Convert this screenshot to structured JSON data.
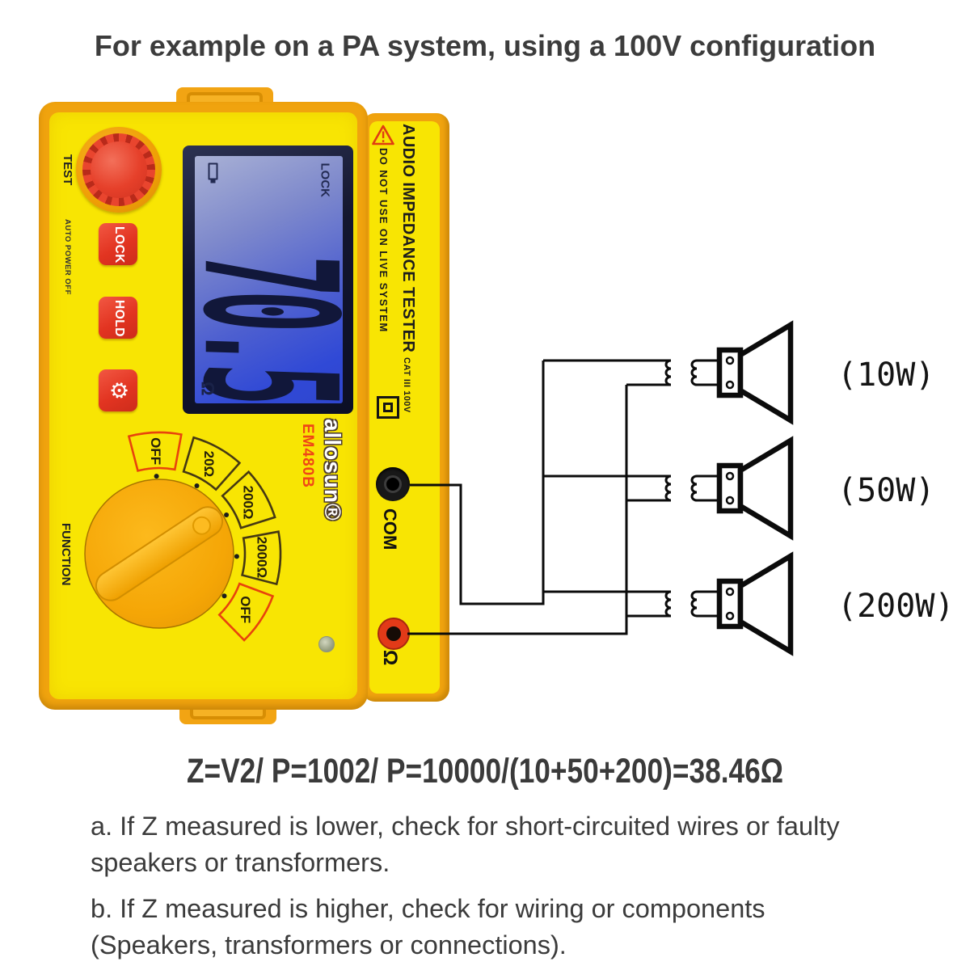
{
  "title": "For example on a PA system, using a 100V configuration",
  "device": {
    "test_label": "TEST",
    "auto_power_off_label": "AUTO POWER OFF",
    "function_label": "FUNCTION",
    "buttons": {
      "lock": "LOCK",
      "hold": "HOLD",
      "settings_glyph": "⚙"
    },
    "display": {
      "lock_indicator": "LOCK",
      "value": "70.5",
      "unit": "Ω"
    },
    "brand": "allosun®",
    "model": "EM480B",
    "dial": {
      "positions": [
        "OFF",
        "20Ω",
        "200Ω",
        "2000Ω",
        "OFF"
      ],
      "selected": "200Ω"
    },
    "side_panel": {
      "title": "AUDIO IMPEDANCE TESTER",
      "warning": "DO NOT USE ON LIVE SYSTEM",
      "rating": "CAT III 100V"
    },
    "jacks": {
      "com": "COM",
      "ohm": "Ω"
    }
  },
  "speakers": [
    {
      "label": "(10W)",
      "power": "10W"
    },
    {
      "label": "(50W)",
      "power": "50W"
    },
    {
      "label": "(200W)",
      "power": "200W"
    }
  ],
  "formula": "Z=V2/ P=1002/ P=10000/(10+50+200)=38.46Ω",
  "notes": {
    "a_line1": "a. If Z measured is lower, check for short-circuited wires or faulty",
    "a_line2": "speakers or transformers.",
    "b_line1": "b. If Z measured is higher, check for wiring or components",
    "b_line2": "(Speakers, transformers or connections)."
  },
  "colors": {
    "body_yellow": "#f8e503",
    "shell_orange": "#f0a30e",
    "accent_red": "#e8402c",
    "lcd_blue": "#4d5fd0",
    "wire_black": "#0b0b0b",
    "text_dark": "#3b3b3b"
  }
}
